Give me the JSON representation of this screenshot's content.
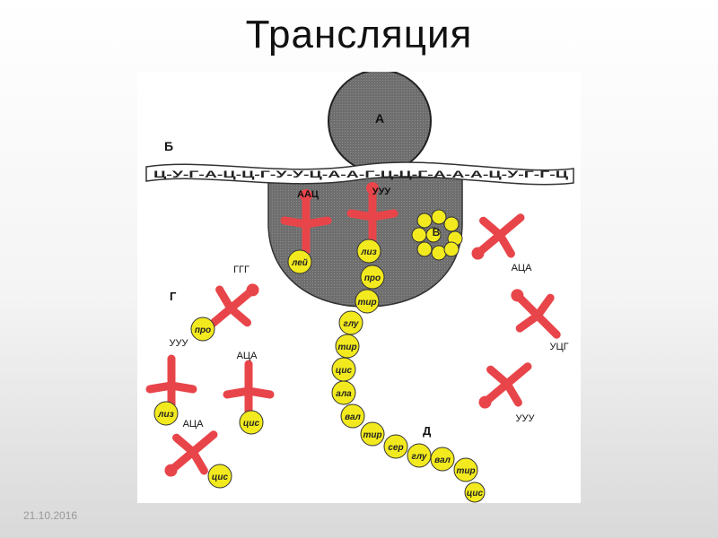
{
  "slide": {
    "title": "Трансляция",
    "date": "21.10.2016"
  },
  "diagram": {
    "labels": {
      "ribosome_large": "А",
      "mrna": "Б",
      "amino_cluster": "В",
      "free_trna_group": "Г",
      "polypeptide": "Д"
    },
    "mrna_sequence": "Ц-У-Г-А-Ц-Ц-Г-У-У-Ц-А-А-Г-Ц-Ц-Г-А-А-А-Ц-У-Г-Г-Ц",
    "anticodons": {
      "bound_left": "ААЦ",
      "bound_right": "УУУ",
      "free_ggg": "ГГГ",
      "free_uuu_left": "УУУ",
      "free_aca_mid": "АЦА",
      "free_aca_low": "АЦА",
      "right_aca": "АЦА",
      "right_ucg": "УЦГ",
      "right_uuu": "УУУ"
    },
    "amino_acids": {
      "bound_left": "лей",
      "free_pro": "про",
      "free_liz": "лиз",
      "free_cis_mid": "цис",
      "free_cis_low": "цис"
    },
    "chain": [
      "лиз",
      "про",
      "тир",
      "глу",
      "тир",
      "цис",
      "ала",
      "вал",
      "тир",
      "сер",
      "глу",
      "вал",
      "тир",
      "цис"
    ],
    "colors": {
      "ribosome": "#6e6e6e",
      "trna": "#e8454a",
      "amino": "#f2ea1e"
    }
  }
}
